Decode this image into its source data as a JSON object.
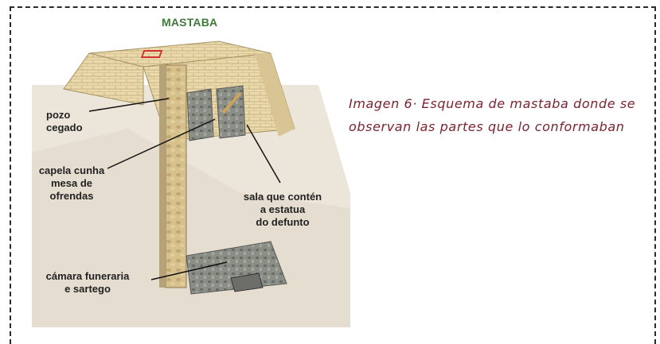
{
  "figure": {
    "title": "MASTABA",
    "labels": {
      "pozo": "pozo\ncegado",
      "capela": "capela cunha\nmesa de\nofrendas",
      "sala": "sala que contén\na estatua\ndo defunto",
      "camara": "cámara funeraria\ne sartego"
    }
  },
  "caption": "Imagen 6· Esquema de mastaba donde se observan las partes que lo conformaban",
  "colors": {
    "frame": "#2b2b2b",
    "title_green": "#3f7a3a",
    "caption_text": "#7a2431",
    "stone": "#e4d4a6",
    "ground": "#e9e3d6"
  }
}
